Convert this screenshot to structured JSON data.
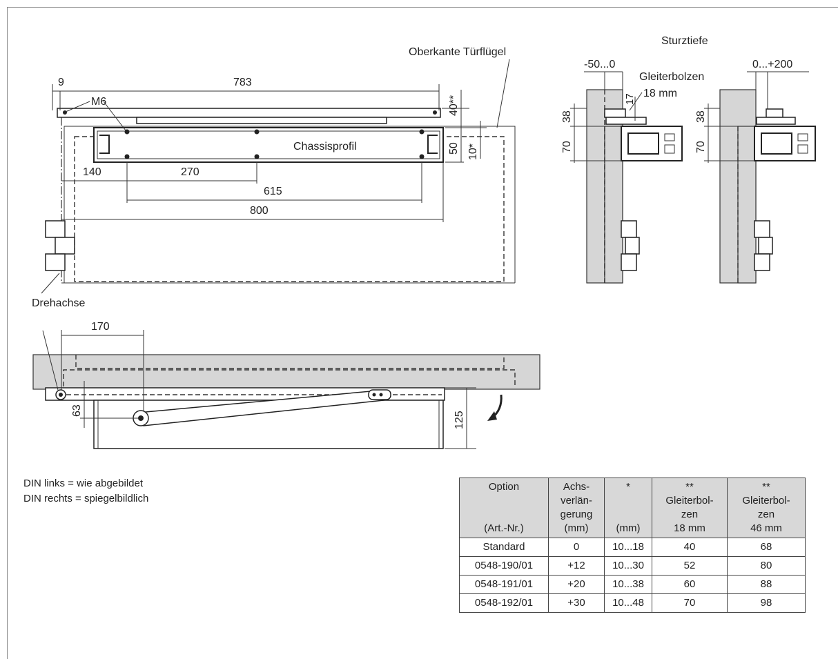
{
  "labels": {
    "oberkante": "Oberkante Türflügel",
    "m6": "M6",
    "chassisprofil": "Chassisprofil",
    "drehachse": "Drehachse",
    "sturztiefe": "Sturztiefe",
    "gleiterbolzen": "Gleiterbolzen",
    "gleiterbolzen_mm": "18 mm"
  },
  "dimensions": {
    "d9": "9",
    "d783": "783",
    "d40": "40**",
    "d10": "10*",
    "d50": "50",
    "d140": "140",
    "d270": "270",
    "d615": "615",
    "d800": "800",
    "d170": "170",
    "d63": "63",
    "d125": "125",
    "d38a": "38",
    "d70a": "70",
    "d17": "17",
    "neg50": "-50...0",
    "d38b": "38",
    "d70b": "70",
    "pos200": "0...+200"
  },
  "notes": {
    "line1": "DIN links = wie abgebildet",
    "line2": "DIN rechts = spiegelbildlich"
  },
  "table": {
    "headers": [
      [
        "Option",
        "",
        "",
        "(Art.-Nr.)"
      ],
      [
        "Achs-",
        "verlän-",
        "gerung",
        "(mm)"
      ],
      [
        "*",
        "",
        "",
        "(mm)"
      ],
      [
        "**",
        "Gleiterbol-",
        "zen",
        "18 mm"
      ],
      [
        "**",
        "Gleiterbol-",
        "zen",
        "46 mm"
      ]
    ],
    "rows": [
      [
        "Standard",
        "0",
        "10...18",
        "40",
        "68"
      ],
      [
        "0548-190/01",
        "+12",
        "10...30",
        "52",
        "80"
      ],
      [
        "0548-191/01",
        "+20",
        "10...38",
        "60",
        "88"
      ],
      [
        "0548-192/01",
        "+30",
        "10...48",
        "70",
        "98"
      ]
    ]
  }
}
